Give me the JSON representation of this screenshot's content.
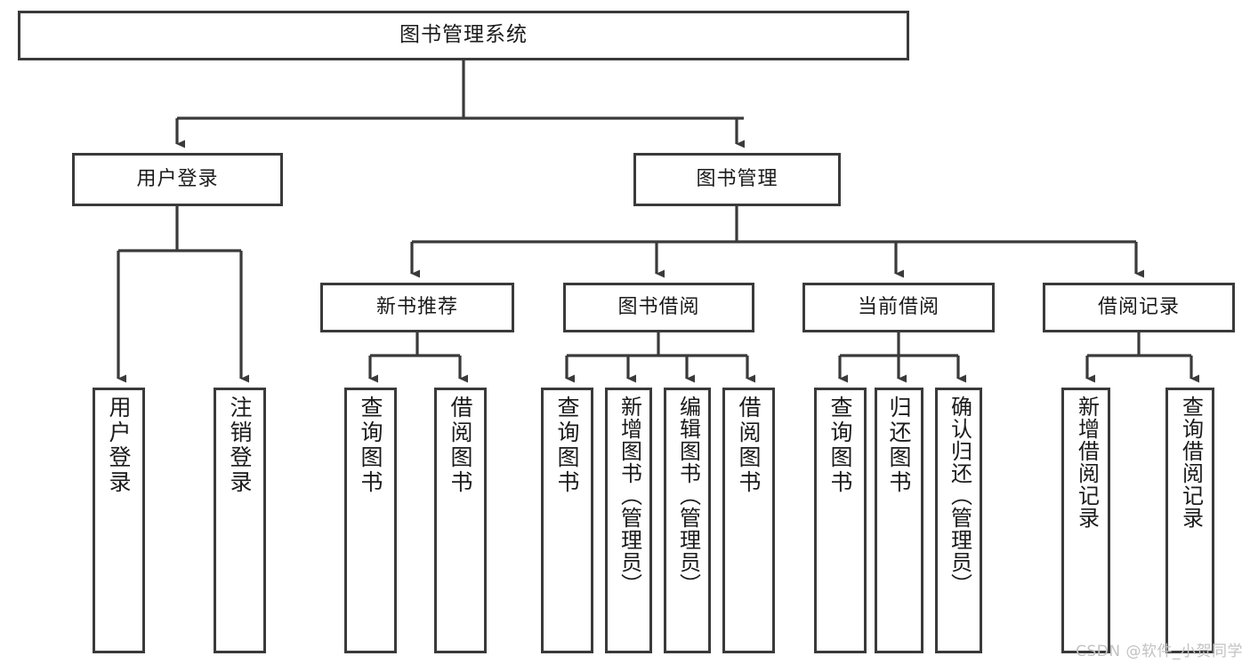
{
  "diagram": {
    "title": "图书管理系统",
    "type": "hierarchy-tree",
    "root": {
      "label": "图书管理系统"
    },
    "level2": [
      {
        "label": "用户登录"
      },
      {
        "label": "图书管理"
      }
    ],
    "level3": [
      {
        "label": "新书推荐"
      },
      {
        "label": "图书借阅"
      },
      {
        "label": "当前借阅"
      },
      {
        "label": "借阅记录"
      }
    ],
    "leaves": {
      "user_login": [
        {
          "label": "用户登录"
        },
        {
          "label": "注销登录"
        }
      ],
      "new_book_recommend": [
        {
          "label": "查询图书"
        },
        {
          "label": "借阅图书"
        }
      ],
      "book_borrow": [
        {
          "label": "查询图书"
        },
        {
          "label": "新增图书（管理员）"
        },
        {
          "label": "编辑图书（管理员）"
        },
        {
          "label": "借阅图书"
        }
      ],
      "current_borrow": [
        {
          "label": "查询图书"
        },
        {
          "label": "归还图书"
        },
        {
          "label": "确认归还（管理员）"
        }
      ],
      "borrow_record": [
        {
          "label": "新增借阅记录"
        },
        {
          "label": "查询借阅记录"
        }
      ]
    }
  },
  "watermark": {
    "text": "CSDN @软件_小贺同学"
  },
  "colors": {
    "background": "#ffffff",
    "stroke": "#3a3a3a",
    "text": "#1b1b1b",
    "watermark": "#c2c2c2"
  }
}
